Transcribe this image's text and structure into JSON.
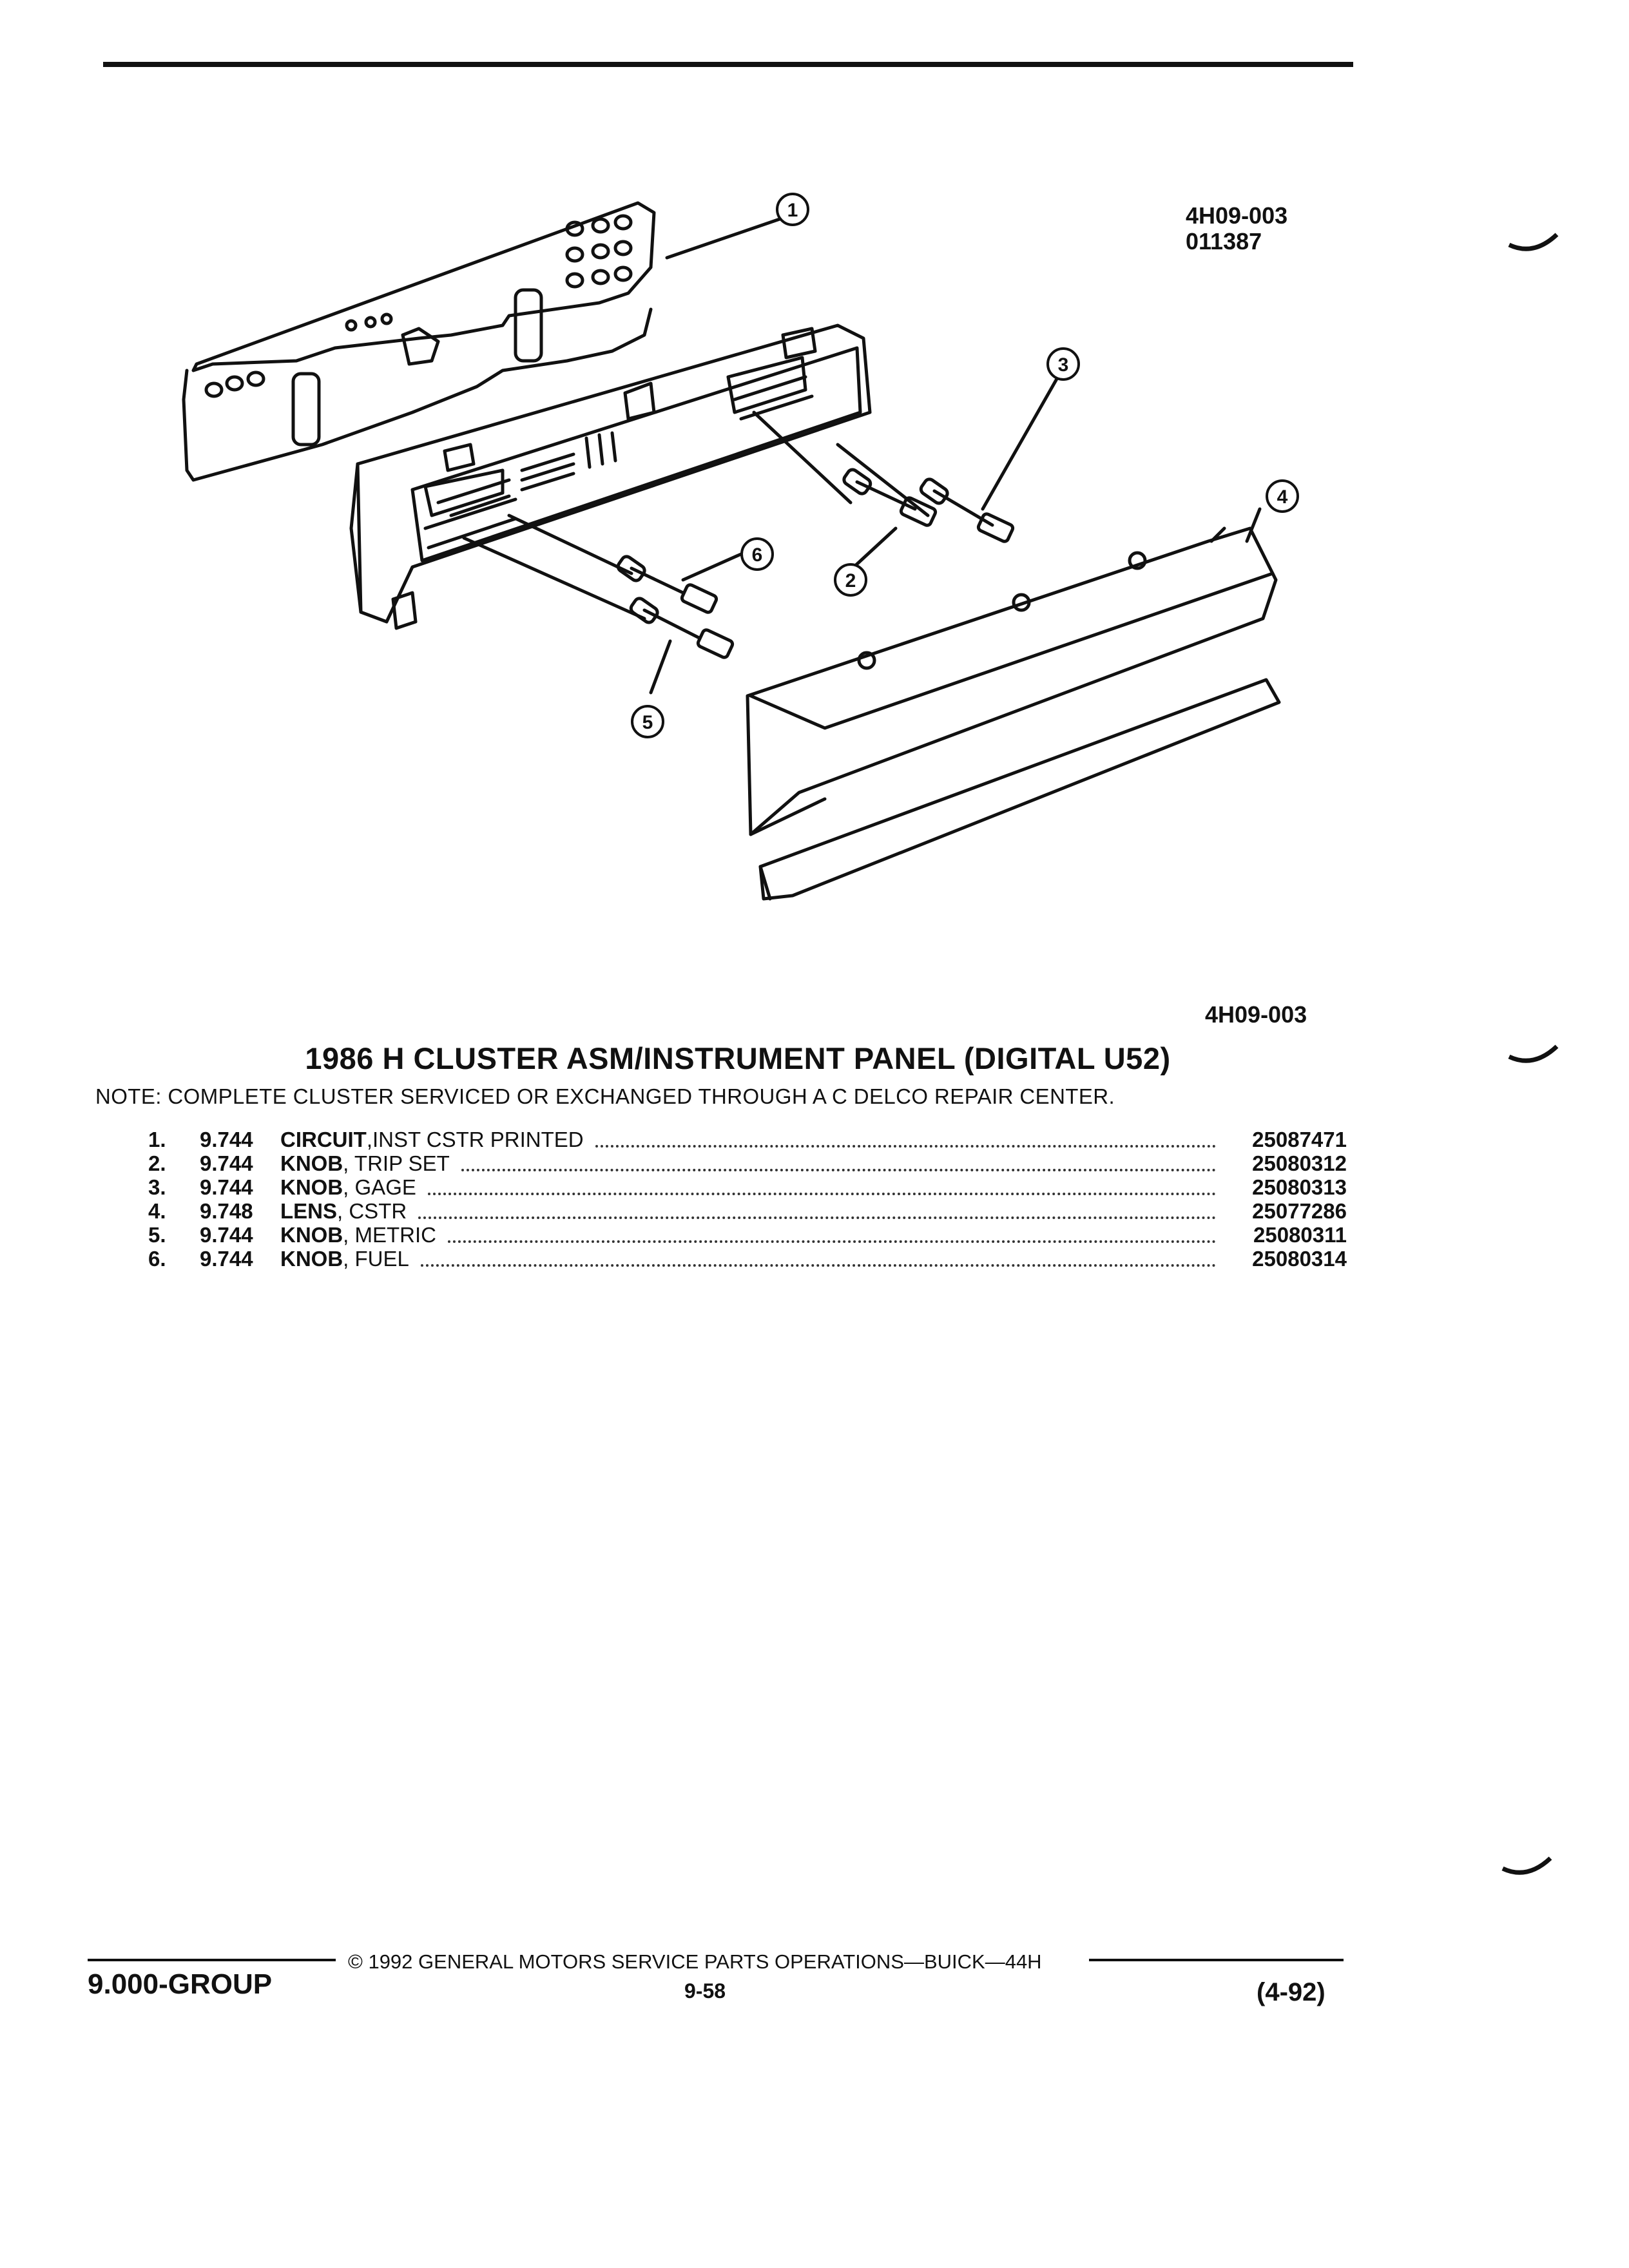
{
  "figure": {
    "code_top": "4H09-003",
    "code_sub": "011387",
    "code_bottom": "4H09-003",
    "callouts": [
      "1",
      "2",
      "3",
      "4",
      "5",
      "6"
    ]
  },
  "title": "1986 H CLUSTER ASM/INSTRUMENT PANEL (DIGITAL U52)",
  "note": "NOTE:  COMPLETE CLUSTER SERVICED OR EXCHANGED THROUGH A C DELCO REPAIR CENTER.",
  "parts": [
    {
      "num": "1.",
      "group": "9.744",
      "name": "CIRCUIT",
      "desc": " ,INST CSTR PRINTED",
      "part_no": "25087471"
    },
    {
      "num": "2.",
      "group": "9.744",
      "name": "KNOB",
      "desc": " , TRIP SET",
      "part_no": "25080312"
    },
    {
      "num": "3.",
      "group": "9.744",
      "name": "KNOB",
      "desc": " , GAGE",
      "part_no": "25080313"
    },
    {
      "num": "4.",
      "group": "9.748",
      "name": "LENS",
      "desc": " , CSTR",
      "part_no": "25077286"
    },
    {
      "num": "5.",
      "group": "9.744",
      "name": "KNOB",
      "desc": " , METRIC",
      "part_no": "25080311"
    },
    {
      "num": "6.",
      "group": "9.744",
      "name": "KNOB",
      "desc": " , FUEL",
      "part_no": "25080314"
    }
  ],
  "footer": {
    "group": "9.000-GROUP",
    "copyright": "©  1992  GENERAL MOTORS SERVICE PARTS OPERATIONS—BUICK—44H",
    "page": "9-58",
    "date": "(4-92)"
  }
}
